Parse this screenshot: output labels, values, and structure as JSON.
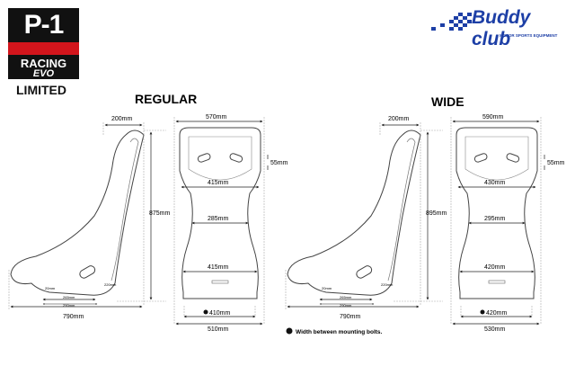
{
  "brand": {
    "logo_line1": "P-1",
    "logo_line2": "RACING",
    "logo_line3": "EVO",
    "edition": "LIMITED",
    "maker": "Buddy club",
    "maker_tagline": "MOTOR SPORTS EQUIPMENT"
  },
  "regular": {
    "title": "REGULAR",
    "side_top": "200mm",
    "side_height": "875mm",
    "side_length": "790mm",
    "side_small_a": "20mm",
    "side_small_b": "220mm",
    "side_rail_a": "265mm",
    "side_rail_b": "290mm",
    "front_top": "570mm",
    "front_harness": "55mm",
    "front_shoulder": "415mm",
    "front_waist": "285mm",
    "front_hip": "415mm",
    "front_bolts": "410mm",
    "front_base": "510mm"
  },
  "wide": {
    "title": "WIDE",
    "side_top": "200mm",
    "side_height": "895mm",
    "side_length": "790mm",
    "side_small_a": "20mm",
    "side_small_b": "220mm",
    "side_rail_a": "265mm",
    "side_rail_b": "290mm",
    "front_top": "590mm",
    "front_harness": "55mm",
    "front_shoulder": "430mm",
    "front_waist": "295mm",
    "front_hip": "420mm",
    "front_bolts": "420mm",
    "front_base": "530mm"
  },
  "legend": "Width between mounting bolts."
}
